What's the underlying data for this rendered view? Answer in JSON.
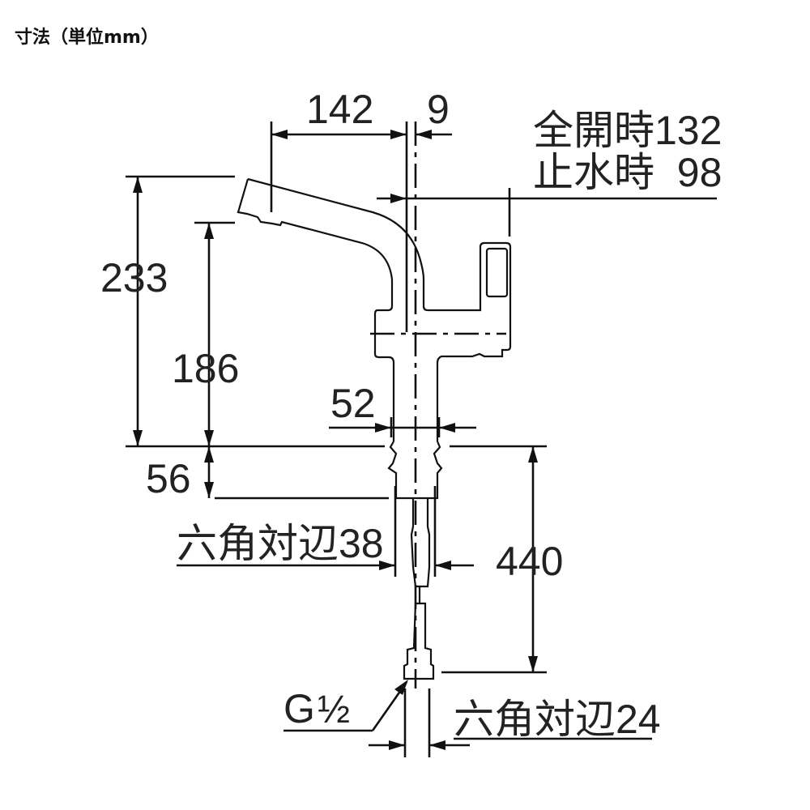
{
  "title": "寸法（単位mm）",
  "dimensions": {
    "spout_reach": "142",
    "offset": "9",
    "full_open_label": "全開時132",
    "closed_label": "止水時  98",
    "total_height": "233",
    "spout_height": "186",
    "base_diameter": "52",
    "mount_thickness": "56",
    "hex_nut_1": "六角対辺38",
    "hose_length": "440",
    "thread_g": "G",
    "thread_fraction": "½",
    "hex_nut_2": "六角対辺24"
  }
}
